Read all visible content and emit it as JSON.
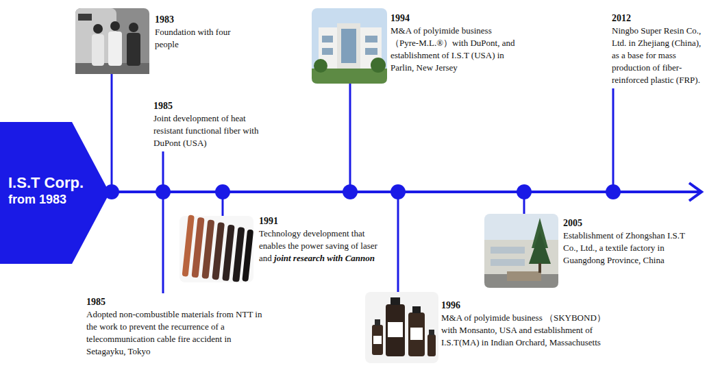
{
  "diagram": {
    "nodes": [
      {
        "text": [
          "I.S.T Corp.",
          "from 1983"
        ]
      },
      {
        "text": [
          "1983",
          "Foundation with four people"
        ]
      },
      {
        "text": [
          "1985",
          "Joint development of heat resistant functional fiber with DuPont (USA)"
        ]
      },
      {
        "text": [
          "1985",
          "Adopted non-combustible materials from NTT in the work to prevent the recurrence of a telecommunication cable fire accident in Setagayku, Tokyo"
        ]
      },
      {
        "text": [
          "1991",
          "Technology development that enables the power saving of laser and",
          "joint research with Cannon"
        ]
      },
      {
        "text": [
          "1994",
          "M&A of polyimide business （Pyre-M.L.®）with DuPont, and establishment of I.S.T (USA) in Parlin, New Jersey"
        ]
      },
      {
        "text": [
          "1996",
          "M&A of polyimide business （SKYBOND） with Monsanto, USA and establishment of I.S.T(MA) in Indian Orchard, Massachusetts"
        ]
      },
      {
        "text": [
          "2005",
          "Establishment of Zhongshan I.S.T Co., Ltd., a textile factory in Guangdong Province, China"
        ]
      },
      {
        "text": [
          "2012",
          "Ningbo Super Resin Co., Ltd. in Zhejiang (China), as a base for mass production of fiber-reinforced plastic (FRP)."
        ]
      }
    ]
  }
}
